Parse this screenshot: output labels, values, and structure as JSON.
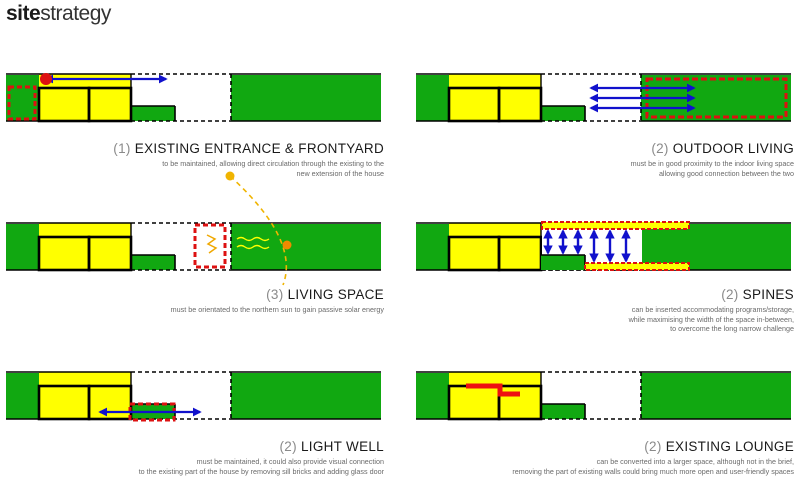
{
  "title": {
    "bold": "site",
    "rest": "strategy"
  },
  "panels": [
    {
      "num": "(1)",
      "heading": "EXISTING ENTRANCE & FRONTYARD",
      "desc": [
        "to be maintained, allowing direct circulation through the existing to the",
        "new extension of the house"
      ]
    },
    {
      "num": "(2)",
      "heading": "OUTDOOR LIVING",
      "desc": [
        "must be in good proximity to the indoor living space",
        "allowing good connection between the two"
      ]
    },
    {
      "num": "(3)",
      "heading": "LIVING SPACE",
      "desc": [
        "must be orientated to the northern sun to gain passive solar energy"
      ]
    },
    {
      "num": "(2)",
      "heading": "SPINES",
      "desc": [
        "can be inserted accommodating programs/storage,",
        "while maximising the width of the space in-between,",
        "to overcome the long narrow challenge"
      ]
    },
    {
      "num": "(2)",
      "heading": "LIGHT WELL",
      "desc": [
        "must be maintained, it could also provide visual connection",
        "to the existing part of the house by removing sill bricks and adding glass door"
      ]
    },
    {
      "num": "(2)",
      "heading": "EXISTING LOUNGE",
      "desc": [
        "can be converted into a larger space, although not in the brief,",
        "removing the part of existing walls could bring much more open and user-friendly spaces"
      ]
    }
  ],
  "colors": {
    "green": "#11a811",
    "yellow": "#ffff00",
    "red": "#dd1111",
    "blue": "#1111cc",
    "orange": "#f0a800"
  }
}
